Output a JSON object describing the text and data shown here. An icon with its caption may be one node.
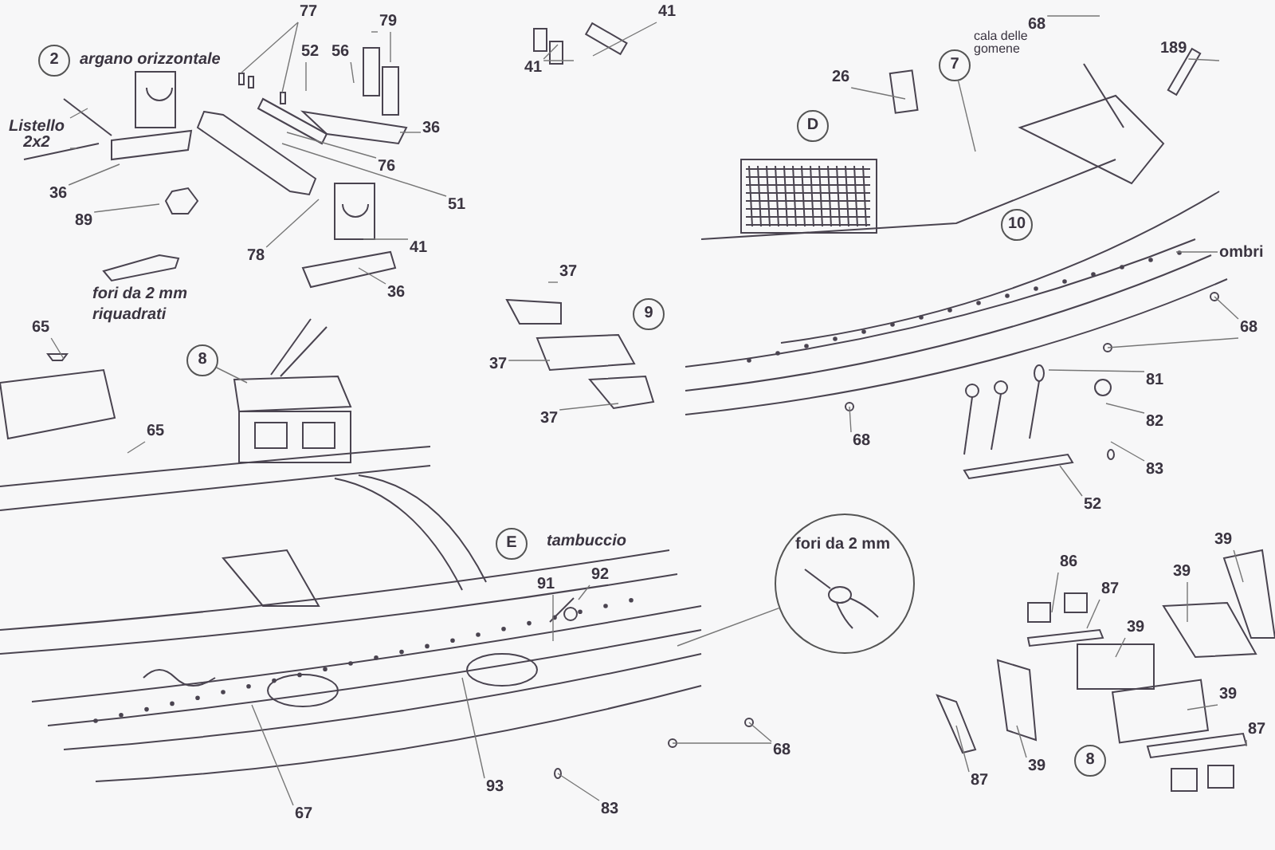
{
  "diagram": {
    "nodes": [
      {
        "text": [
          "2"
        ],
        "beside": [
          "argano orizzontale"
        ]
      },
      {
        "text": [
          "Listello 2x2"
        ]
      },
      {
        "text": [
          "77"
        ]
      },
      {
        "text": [
          "52"
        ]
      },
      {
        "text": [
          "56"
        ]
      },
      {
        "text": [
          "79"
        ]
      },
      {
        "text": [
          "36"
        ]
      },
      {
        "text": [
          "76"
        ]
      },
      {
        "text": [
          "51"
        ]
      },
      {
        "text": [
          "36"
        ]
      },
      {
        "text": [
          "89"
        ]
      },
      {
        "text": [
          "78"
        ]
      },
      {
        "text": [
          "41"
        ]
      },
      {
        "text": [
          "36"
        ]
      },
      {
        "text": [
          "65"
        ]
      },
      {
        "text": [
          "8"
        ]
      },
      {
        "text": [
          "65"
        ]
      },
      {
        "text": [
          "41"
        ]
      },
      {
        "text": [
          "41"
        ]
      },
      {
        "text": [
          "26"
        ]
      },
      {
        "text": [
          "7"
        ],
        "beside": [
          "cala delle gomene"
        ]
      },
      {
        "text": [
          "D"
        ]
      },
      {
        "text": [
          "68"
        ]
      },
      {
        "text": [
          "189"
        ]
      },
      {
        "text": [
          "10"
        ]
      },
      {
        "text": [
          "ombri"
        ]
      },
      {
        "text": [
          "37"
        ]
      },
      {
        "text": [
          "9"
        ]
      },
      {
        "text": [
          "37"
        ]
      },
      {
        "text": [
          "37"
        ]
      },
      {
        "text": [
          "68"
        ]
      },
      {
        "text": [
          "81"
        ]
      },
      {
        "text": [
          "82"
        ]
      },
      {
        "text": [
          "83"
        ]
      },
      {
        "text": [
          "52"
        ]
      },
      {
        "text": [
          "68"
        ]
      },
      {
        "text": [
          "E"
        ],
        "beside": [
          "tambuccio"
        ]
      },
      {
        "text": [
          "91"
        ]
      },
      {
        "text": [
          "92"
        ]
      },
      {
        "text": [
          "93"
        ]
      },
      {
        "text": [
          "67"
        ]
      },
      {
        "text": [
          "83"
        ]
      },
      {
        "text": [
          "fori da 2 mm"
        ]
      },
      {
        "text": [
          "68"
        ]
      },
      {
        "text": [
          "86"
        ]
      },
      {
        "text": [
          "87"
        ]
      },
      {
        "text": [
          "39"
        ]
      },
      {
        "text": [
          "39"
        ]
      },
      {
        "text": [
          "39"
        ]
      },
      {
        "text": [
          "39"
        ]
      },
      {
        "text": [
          "87"
        ]
      },
      {
        "text": [
          "39"
        ]
      },
      {
        "text": [
          "8"
        ]
      },
      {
        "text": [
          "87"
        ]
      }
    ],
    "edges": [
      {
        "from": 1,
        "to": null,
        "arrow": "none"
      },
      {
        "from": 1,
        "to": null,
        "arrow": "none"
      },
      {
        "from": 2,
        "to": null,
        "arrow": "none"
      },
      {
        "from": 2,
        "to": null,
        "arrow": "none"
      },
      {
        "from": 3,
        "to": null,
        "arrow": "none"
      },
      {
        "from": 4,
        "to": null,
        "arrow": "none"
      },
      {
        "from": 5,
        "to": null,
        "arrow": "none"
      },
      {
        "from": 5,
        "to": null,
        "arrow": "none"
      },
      {
        "from": 6,
        "to": null,
        "arrow": "none"
      },
      {
        "from": 7,
        "to": null,
        "arrow": "none"
      },
      {
        "from": 8,
        "to": null,
        "arrow": "none"
      },
      {
        "from": 9,
        "to": null,
        "arrow": "none"
      },
      {
        "from": 10,
        "to": null,
        "arrow": "none"
      },
      {
        "from": 11,
        "to": null,
        "arrow": "none"
      },
      {
        "from": 12,
        "to": null,
        "arrow": "none"
      },
      {
        "from": 13,
        "to": null,
        "arrow": "none"
      },
      {
        "from": 14,
        "to": null,
        "arrow": "none"
      },
      {
        "from": 15,
        "to": null,
        "arrow": "none"
      },
      {
        "from": 16,
        "to": null,
        "arrow": "none"
      },
      {
        "from": 17,
        "to": null,
        "arrow": "none"
      },
      {
        "from": 18,
        "to": null,
        "arrow": "none"
      },
      {
        "from": 18,
        "to": null,
        "arrow": "none"
      },
      {
        "from": 19,
        "to": null,
        "arrow": "none"
      },
      {
        "from": 20,
        "to": null,
        "arrow": "none"
      },
      {
        "from": 22,
        "to": null,
        "arrow": "none"
      },
      {
        "from": 23,
        "to": null,
        "arrow": "none"
      },
      {
        "from": 25,
        "to": null,
        "arrow": "none"
      },
      {
        "from": 26,
        "to": null,
        "arrow": "none"
      },
      {
        "from": 28,
        "to": null,
        "arrow": "none"
      },
      {
        "from": 29,
        "to": null,
        "arrow": "none"
      },
      {
        "from": 30,
        "to": null,
        "arrow": "none"
      },
      {
        "from": 30,
        "to": null,
        "arrow": "none"
      },
      {
        "from": 31,
        "to": null,
        "arrow": "none"
      },
      {
        "from": 32,
        "to": null,
        "arrow": "none"
      },
      {
        "from": 33,
        "to": null,
        "arrow": "none"
      },
      {
        "from": 34,
        "to": null,
        "arrow": "none"
      },
      {
        "from": 35,
        "to": null,
        "arrow": "none"
      },
      {
        "from": 37,
        "to": null,
        "arrow": "none"
      },
      {
        "from": 38,
        "to": null,
        "arrow": "none"
      },
      {
        "from": 39,
        "to": null,
        "arrow": "none"
      },
      {
        "from": 40,
        "to": null,
        "arrow": "none"
      },
      {
        "from": 41,
        "to": null,
        "arrow": "none"
      },
      {
        "from": 42,
        "to": null,
        "arrow": "none"
      },
      {
        "from": 43,
        "to": null,
        "arrow": "none"
      },
      {
        "from": 43,
        "to": null,
        "arrow": "none"
      },
      {
        "from": 44,
        "to": null,
        "arrow": "none"
      },
      {
        "from": 45,
        "to": null,
        "arrow": "none"
      },
      {
        "from": 46,
        "to": null,
        "arrow": "none"
      },
      {
        "from": 47,
        "to": null,
        "arrow": "none"
      },
      {
        "from": 48,
        "to": null,
        "arrow": "none"
      },
      {
        "from": 49,
        "to": null,
        "arrow": "none"
      },
      {
        "from": 50,
        "to": null,
        "arrow": "none"
      },
      {
        "from": 51,
        "to": null,
        "arrow": "none"
      },
      {
        "from": 53,
        "to": null,
        "arrow": "none"
      }
    ],
    "labels": [
      "fori da 2 mm riquadrati"
    ]
  }
}
